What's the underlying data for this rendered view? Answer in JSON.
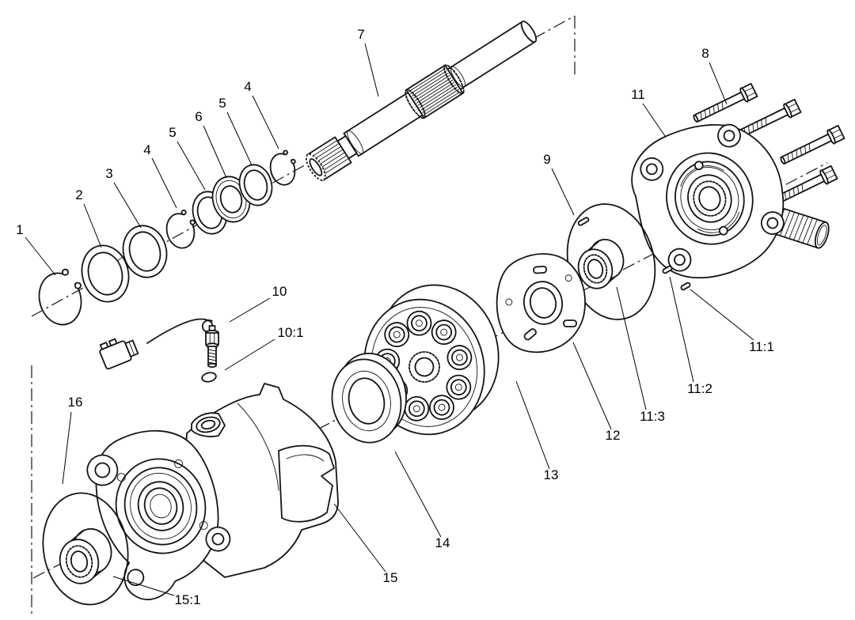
{
  "figure": {
    "ink_color": "#141414",
    "callouts": [
      {
        "label": "1"
      },
      {
        "label": "2"
      },
      {
        "label": "3"
      },
      {
        "label": "4"
      },
      {
        "label": "5"
      },
      {
        "label": "6"
      },
      {
        "label": "5"
      },
      {
        "label": "4"
      },
      {
        "label": "7"
      },
      {
        "label": "8"
      },
      {
        "label": "11"
      },
      {
        "label": "9"
      },
      {
        "label": "10"
      },
      {
        "label": "10:1"
      },
      {
        "label": "11:1"
      },
      {
        "label": "11:2"
      },
      {
        "label": "11:3"
      },
      {
        "label": "12"
      },
      {
        "label": "13"
      },
      {
        "label": "14"
      },
      {
        "label": "15"
      },
      {
        "label": "15:1"
      },
      {
        "label": "16"
      }
    ]
  }
}
